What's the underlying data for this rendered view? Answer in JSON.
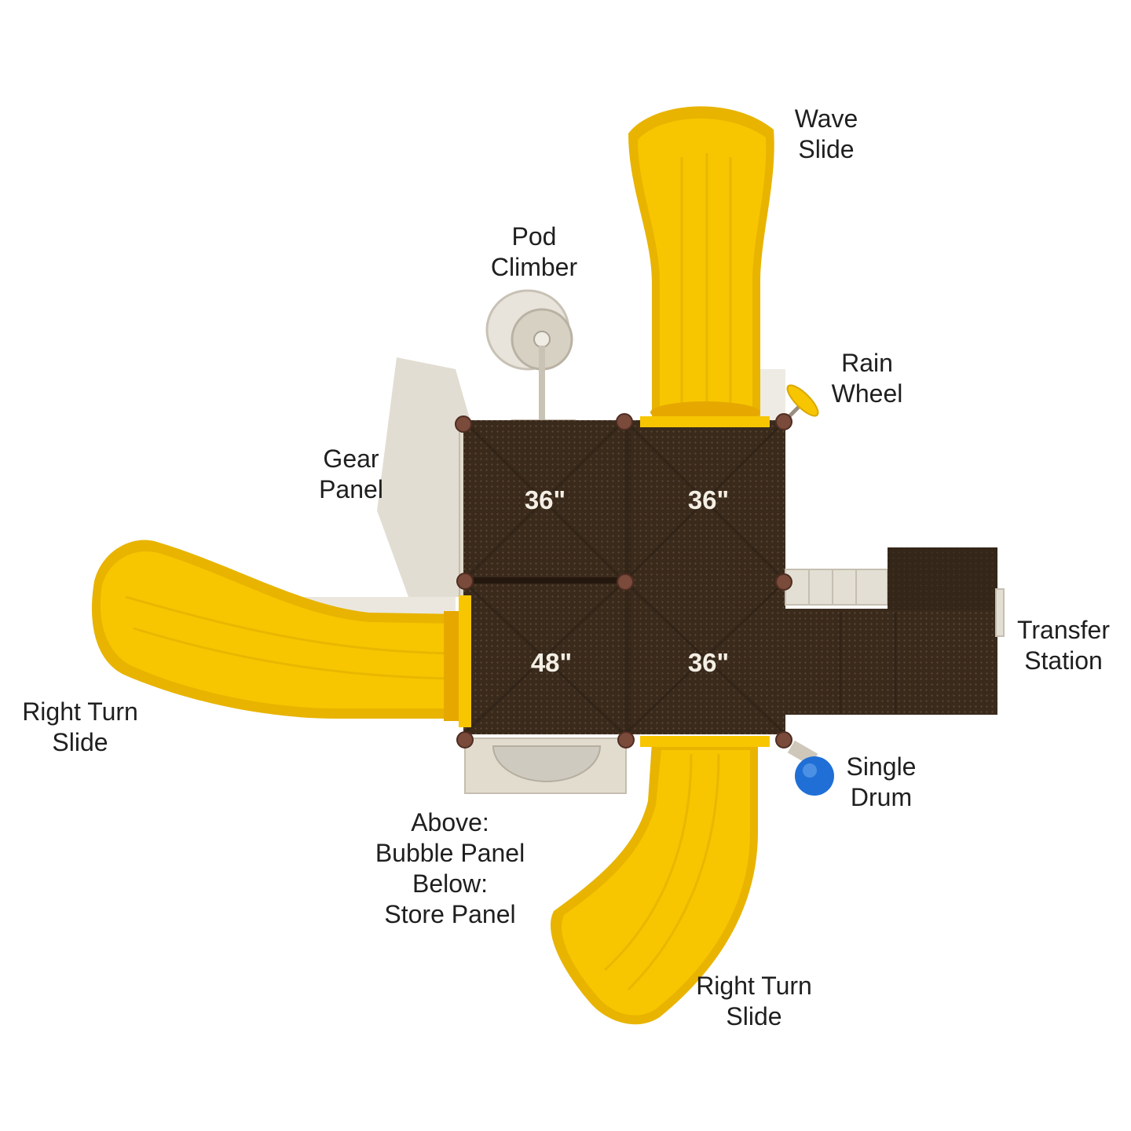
{
  "colors": {
    "slide": "#f7c600",
    "slide_shade": "#e6a800",
    "deck": "#3a2a1c",
    "deck_dots": "#5a4632",
    "panel": "#dcd6c8",
    "post_cap": "#7a4a3a",
    "drum": "#1f6fd6",
    "shadow": "#ddd8cd"
  },
  "components": {
    "wave_slide": [
      "Wave",
      "Slide"
    ],
    "pod_climber": [
      "Pod",
      "Climber"
    ],
    "rain_wheel": [
      "Rain",
      "Wheel"
    ],
    "gear_panel": [
      "Gear",
      "Panel"
    ],
    "right_turn_slide_left": [
      "Right Turn",
      "Slide"
    ],
    "transfer_station": [
      "Transfer",
      "Station"
    ],
    "single_drum": [
      "Single",
      "Drum"
    ],
    "bubble_store_panel": [
      "Above:",
      "Bubble Panel",
      "Below:",
      "Store Panel"
    ],
    "right_turn_slide_bottom": [
      "Right Turn",
      "Slide"
    ]
  },
  "decks": {
    "top_left": "36\"",
    "top_right": "36\"",
    "bottom_left": "48\"",
    "bottom_right": "36\""
  }
}
